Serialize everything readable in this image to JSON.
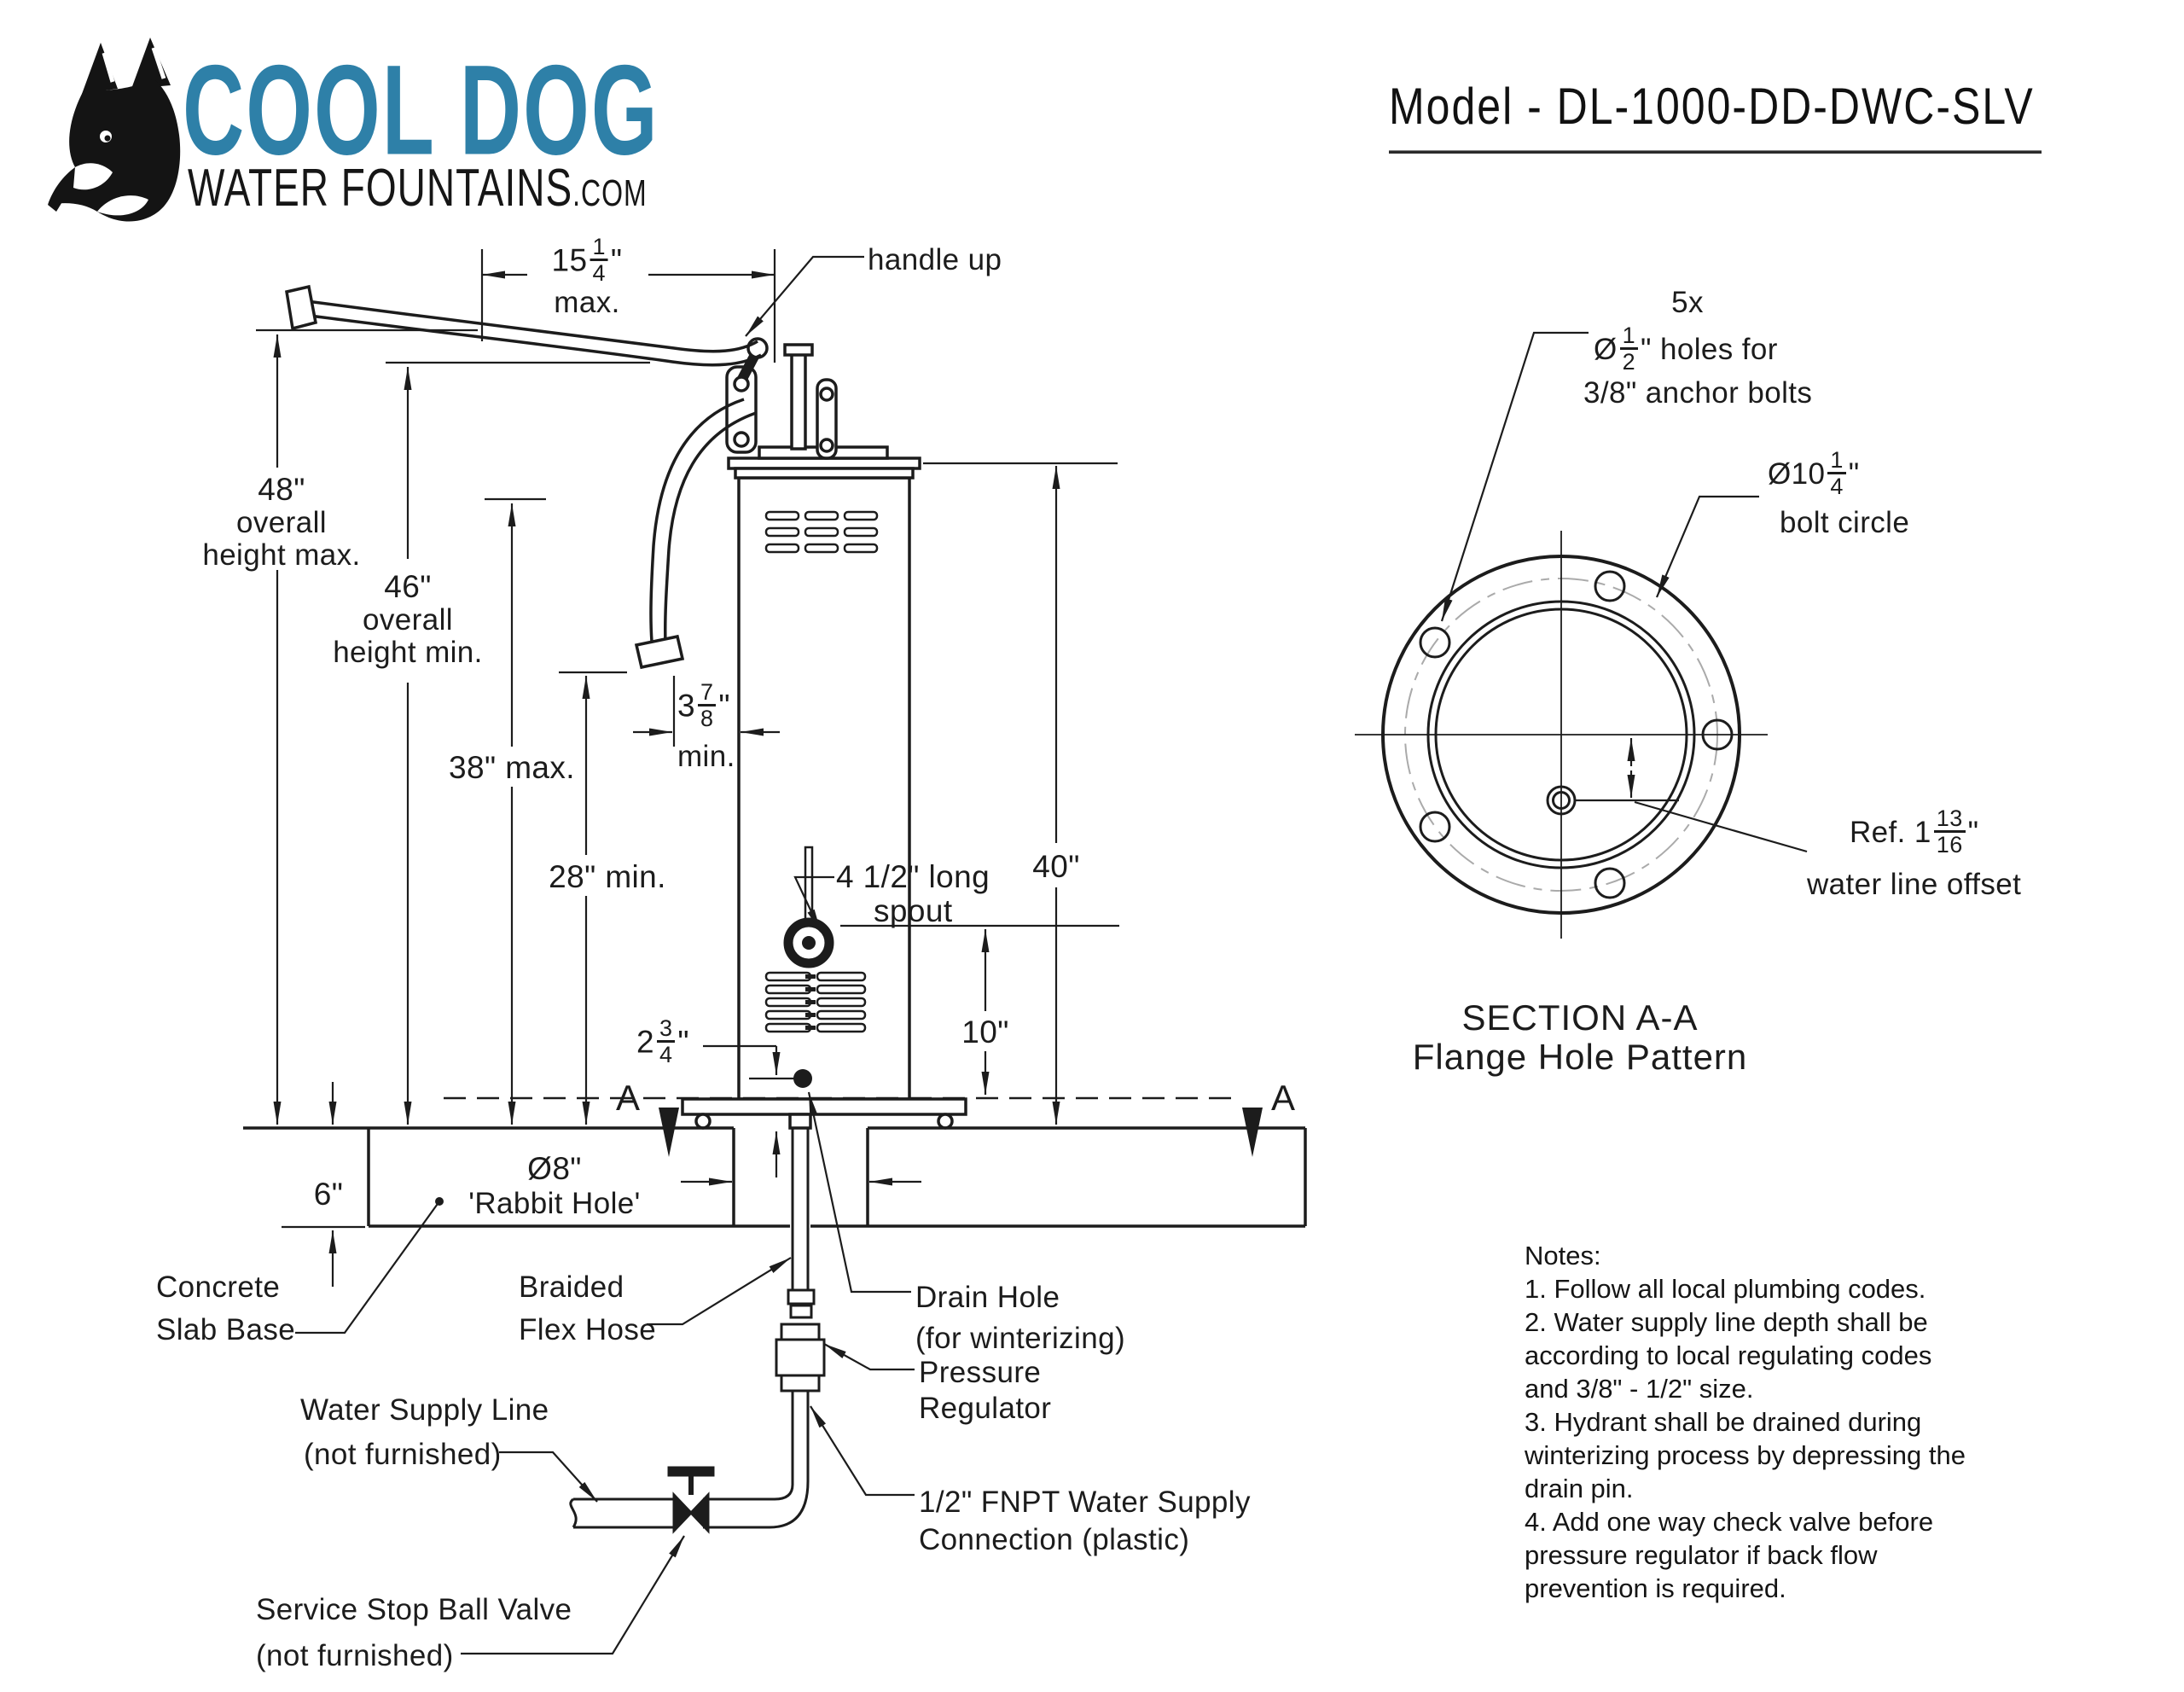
{
  "logo": {
    "brand_line1": "COOL DOG",
    "brand_line2": "WATER FOUNTAINS",
    "brand_suffix": ".COM"
  },
  "header": {
    "model_title": "Model - DL-1000-DD-DWC-SLV"
  },
  "colors": {
    "accent": "#2e80a8",
    "ink": "#1c1c1c"
  },
  "drawing": {
    "dim_width": {
      "whole": "15",
      "num": "1",
      "den": "4",
      "unit": "\"",
      "note": "max."
    },
    "handle_up": "handle up",
    "dim_48": {
      "value": "48\"",
      "line2": "overall",
      "line3": "height max."
    },
    "dim_46": {
      "value": "46\"",
      "line2": "overall",
      "line3": "height min."
    },
    "dim_38": "38\" max.",
    "dim_28": "28\" min.",
    "dim_3_7_8": {
      "whole": "3",
      "num": "7",
      "den": "8",
      "unit": "\"",
      "note": "min."
    },
    "dim_40": "40\"",
    "dim_10": "10\"",
    "dim_2_3_4": {
      "whole": "2",
      "num": "3",
      "den": "4",
      "unit": "\""
    },
    "spout": {
      "line1": "4 1/2\" long",
      "line2": "spout"
    },
    "drain": {
      "line1": "Drain Hole",
      "line2": "(for winterizing)"
    },
    "pressure": {
      "line1": "Pressure",
      "line2": "Regulator"
    },
    "fnpt": {
      "line1": "1/2\" FNPT Water Supply",
      "line2": "Connection (plastic)"
    },
    "braided": {
      "line1": "Braided",
      "line2": "Flex Hose"
    },
    "water_supply": {
      "line1": "Water Supply Line",
      "line2": "(not furnished)"
    },
    "ball_valve": {
      "line1": "Service Stop Ball Valve",
      "line2": "(not furnished)"
    },
    "concrete": {
      "line1": "Concrete",
      "line2": "Slab Base"
    },
    "dim_6": "6\"",
    "rabbit": {
      "line1": "Ø8\"",
      "line2": "'Rabbit Hole'"
    },
    "section_marker": "A"
  },
  "flange": {
    "holes": {
      "count": "5x",
      "sym": "Ø",
      "num": "1",
      "den": "2",
      "rest": "\" holes for",
      "line3": "3/8\" anchor bolts"
    },
    "bolt_circle": {
      "sym": "Ø",
      "whole": "10",
      "num": "1",
      "den": "4",
      "unit": "\"",
      "line2": "bolt circle"
    },
    "offset": {
      "prefix": "Ref. 1",
      "num": "13",
      "den": "16",
      "unit": "\"",
      "line2": "water line offset"
    },
    "title1": "SECTION A-A",
    "title2": "Flange Hole Pattern"
  },
  "notes": {
    "title": "Notes:",
    "lines": [
      "1. Follow all local plumbing codes.",
      "2. Water supply line depth shall be",
      "according to local regulating codes",
      "and 3/8\" - 1/2\" size.",
      "3. Hydrant shall be drained during",
      "winterizing process by depressing the",
      "drain pin.",
      "4. Add one way check valve before",
      "pressure regulator if back flow",
      "prevention is required."
    ]
  }
}
